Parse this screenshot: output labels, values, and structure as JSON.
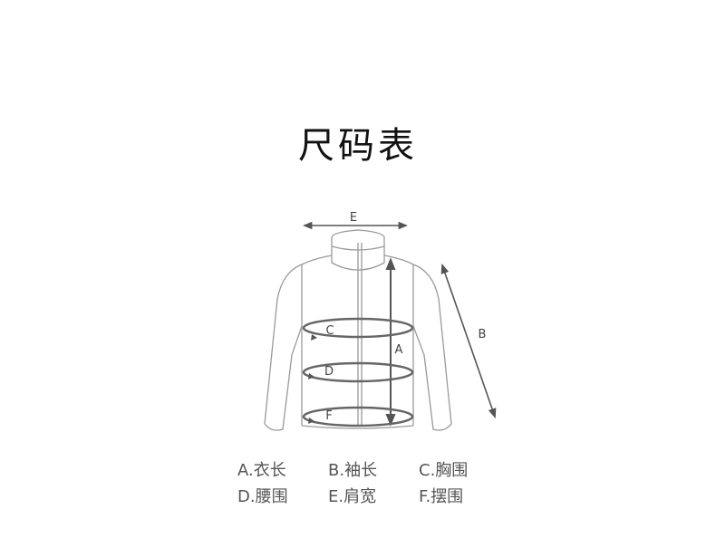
{
  "title": "尺码表",
  "diagram": {
    "labels": {
      "a": "A",
      "b": "B",
      "c": "C",
      "d": "D",
      "e": "E",
      "f": "F"
    }
  },
  "legend": {
    "row1": [
      "A.衣长",
      "B.袖长",
      "C.胸围"
    ],
    "row2": [
      "D.腰围",
      "E.肩宽",
      "F.摆围"
    ]
  }
}
